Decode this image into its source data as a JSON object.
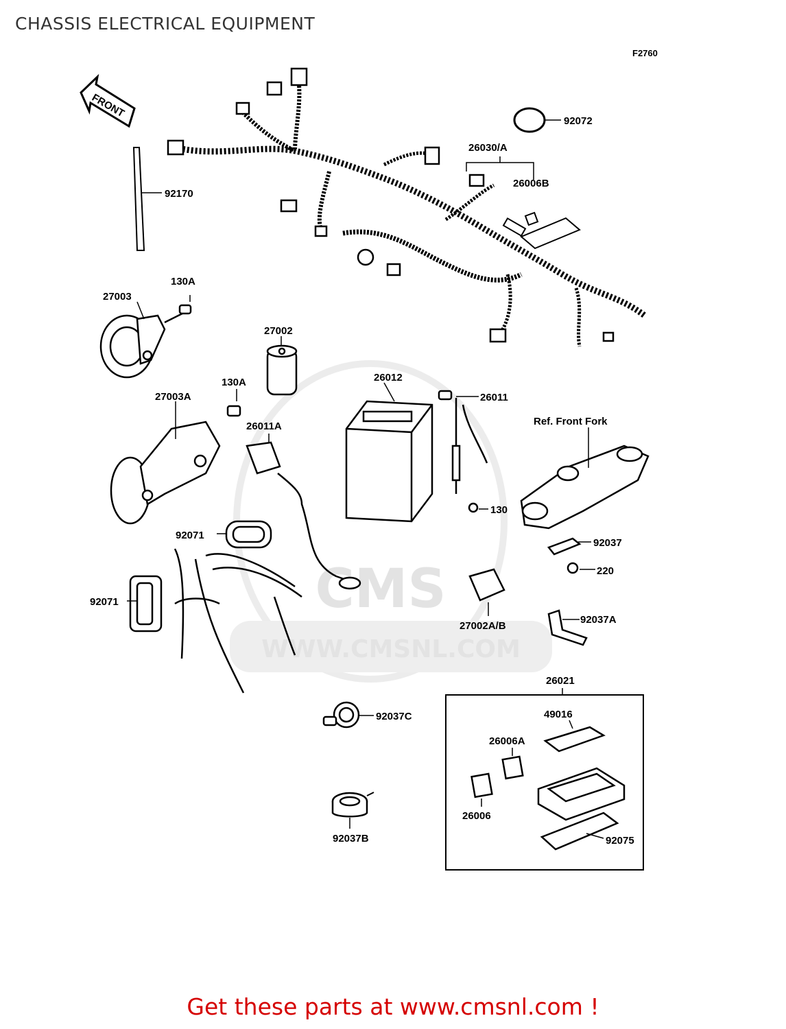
{
  "page": {
    "title": "CHASSIS ELECTRICAL EQUIPMENT",
    "figure_code": "F2760",
    "footer": "Get these parts at www.cmsnl.com !"
  },
  "watermark": {
    "logo_text": "CMS",
    "url_text": "WWW.CMSNL.COM"
  },
  "front_arrow": {
    "label": "FRONT"
  },
  "parts": {
    "p92072": "92072",
    "p26030A": "26030/A",
    "p26006B": "26006B",
    "p92170": "92170",
    "p130A_1": "130A",
    "p27003": "27003",
    "p27002": "27002",
    "p130A_2": "130A",
    "p27003A": "27003A",
    "p26012": "26012",
    "p26011": "26011",
    "p26011A": "26011A",
    "ref_front_fork": "Ref. Front Fork",
    "p130": "130",
    "p92071_1": "92071",
    "p92037": "92037",
    "p220": "220",
    "p92071_2": "92071",
    "p27002AB": "27002A/B",
    "p92037A": "92037A",
    "p26021": "26021",
    "p92037C": "92037C",
    "p49016": "49016",
    "p26006A": "26006A",
    "p26006": "26006",
    "p92037B": "92037B",
    "p92075": "92075"
  }
}
